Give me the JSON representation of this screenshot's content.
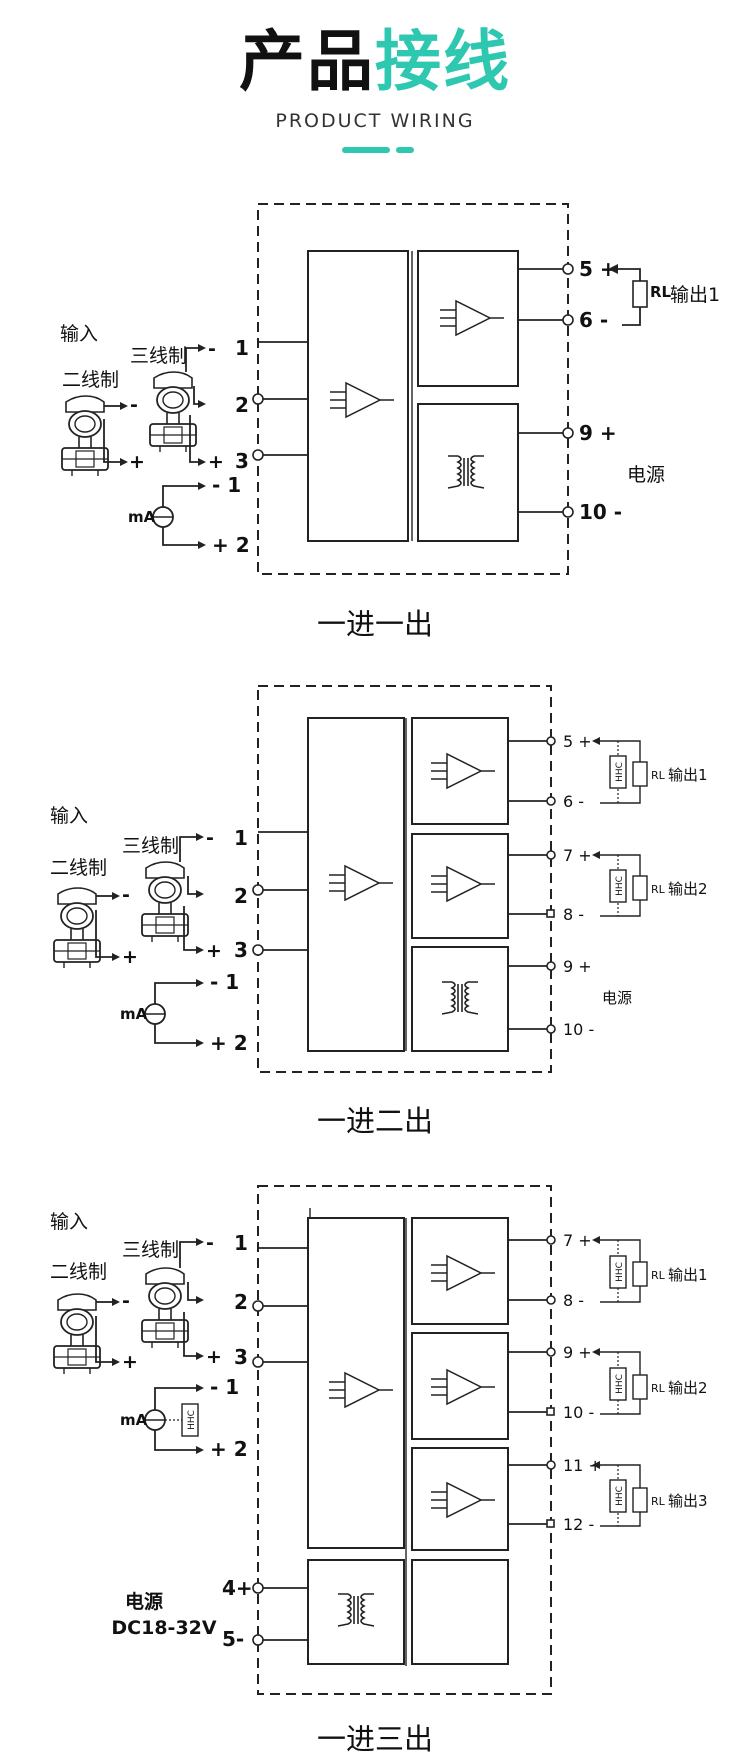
{
  "header": {
    "title_main": "产品",
    "title_accent": "接线",
    "subtitle": "PRODUCT WIRING",
    "accent_color": "#2ec8b0"
  },
  "diagram1": {
    "caption": "一进一出",
    "input_label": "输入",
    "two_wire_label": "二线制",
    "three_wire_label": "三线制",
    "input_terminals": [
      "1",
      "2",
      "3"
    ],
    "current_source_label": "mA",
    "current_terminals": [
      "- 1",
      "+ 2"
    ],
    "output_terminals": [
      "5 +",
      "6 -"
    ],
    "load_label": "RL",
    "output_label": "输出1",
    "power_terminals": [
      "9 +",
      "10 -"
    ],
    "power_label": "电源"
  },
  "diagram2": {
    "caption": "一进二出",
    "input_label": "输入",
    "two_wire_label": "二线制",
    "three_wire_label": "三线制",
    "input_terminals": [
      "1",
      "2",
      "3"
    ],
    "current_source_label": "mA",
    "current_terminals": [
      "- 1",
      "+ 2"
    ],
    "output_terminals": [
      "5 +",
      "6 -",
      "7 +",
      "8 -"
    ],
    "load_label": "RL",
    "output_labels": [
      "输出1",
      "输出2"
    ],
    "power_terminals": [
      "9 +",
      "10 -"
    ],
    "power_label": "电源"
  },
  "diagram3": {
    "caption": "一进三出",
    "input_label": "输入",
    "two_wire_label": "二线制",
    "three_wire_label": "三线制",
    "input_terminals": [
      "1",
      "2",
      "3"
    ],
    "current_source_label": "mA",
    "current_terminals": [
      "- 1",
      "+ 2"
    ],
    "output_terminals": [
      "7 +",
      "8 -",
      "9 +",
      "10 -",
      "11 +",
      "12 -"
    ],
    "load_label": "RL",
    "output_labels": [
      "输出1",
      "输出2",
      "输出3"
    ],
    "power_terminals": [
      "4+",
      "5-"
    ],
    "power_label": "电源",
    "power_spec": "DC18-32V"
  }
}
